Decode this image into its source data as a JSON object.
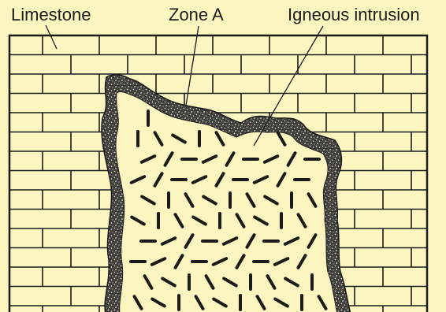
{
  "labels": {
    "limestone": "Limestone",
    "zone_a": "Zone A",
    "igneous_intrusion": "Igneous intrusion"
  },
  "colors": {
    "background": "#fbf6bf",
    "ink": "#1b1b1b",
    "zone_a_fill": "#5a5a5a"
  }
}
